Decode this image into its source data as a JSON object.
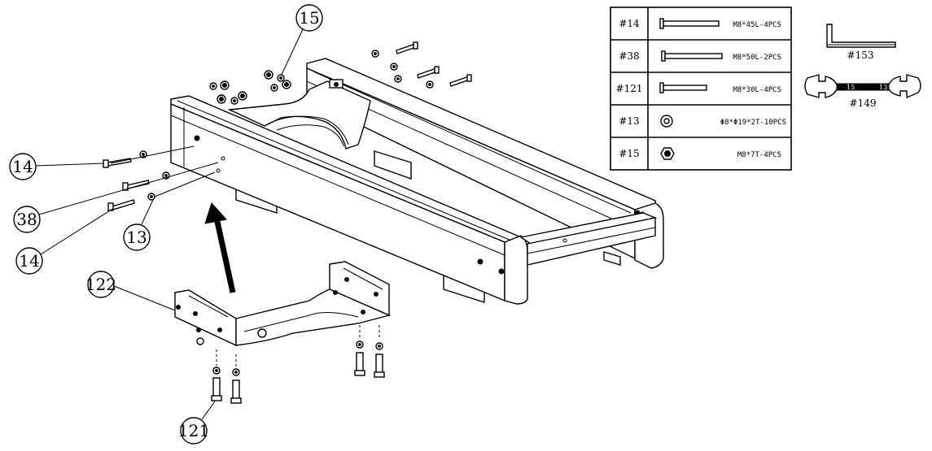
{
  "callouts": {
    "c15": "15",
    "c14a": "14",
    "c38": "38",
    "c14b": "14",
    "c13": "13",
    "c122": "122",
    "c121": "121"
  },
  "parts_table": {
    "rows": [
      {
        "code": "#14",
        "spec": "M8*45L-4PCS",
        "icon": "long-bolt-icon"
      },
      {
        "code": "#38",
        "spec": "M8*50L-2PCS",
        "icon": "longer-bolt-icon"
      },
      {
        "code": "#121",
        "spec": "M8*30L-4PCS",
        "icon": "short-bolt-icon"
      },
      {
        "code": "#13",
        "spec": "Φ8*Φ19*2T-10PCS",
        "icon": "washer-icon"
      },
      {
        "code": "#15",
        "spec": "M8*7T-4PCS",
        "icon": "hex-nut-icon"
      }
    ]
  },
  "tools": {
    "allen_key": {
      "label": "#153",
      "icon": "allen-key-icon"
    },
    "wrench": {
      "label": "#149",
      "icon": "wrench-icon",
      "mark_left": "15",
      "mark_right": "13"
    }
  }
}
